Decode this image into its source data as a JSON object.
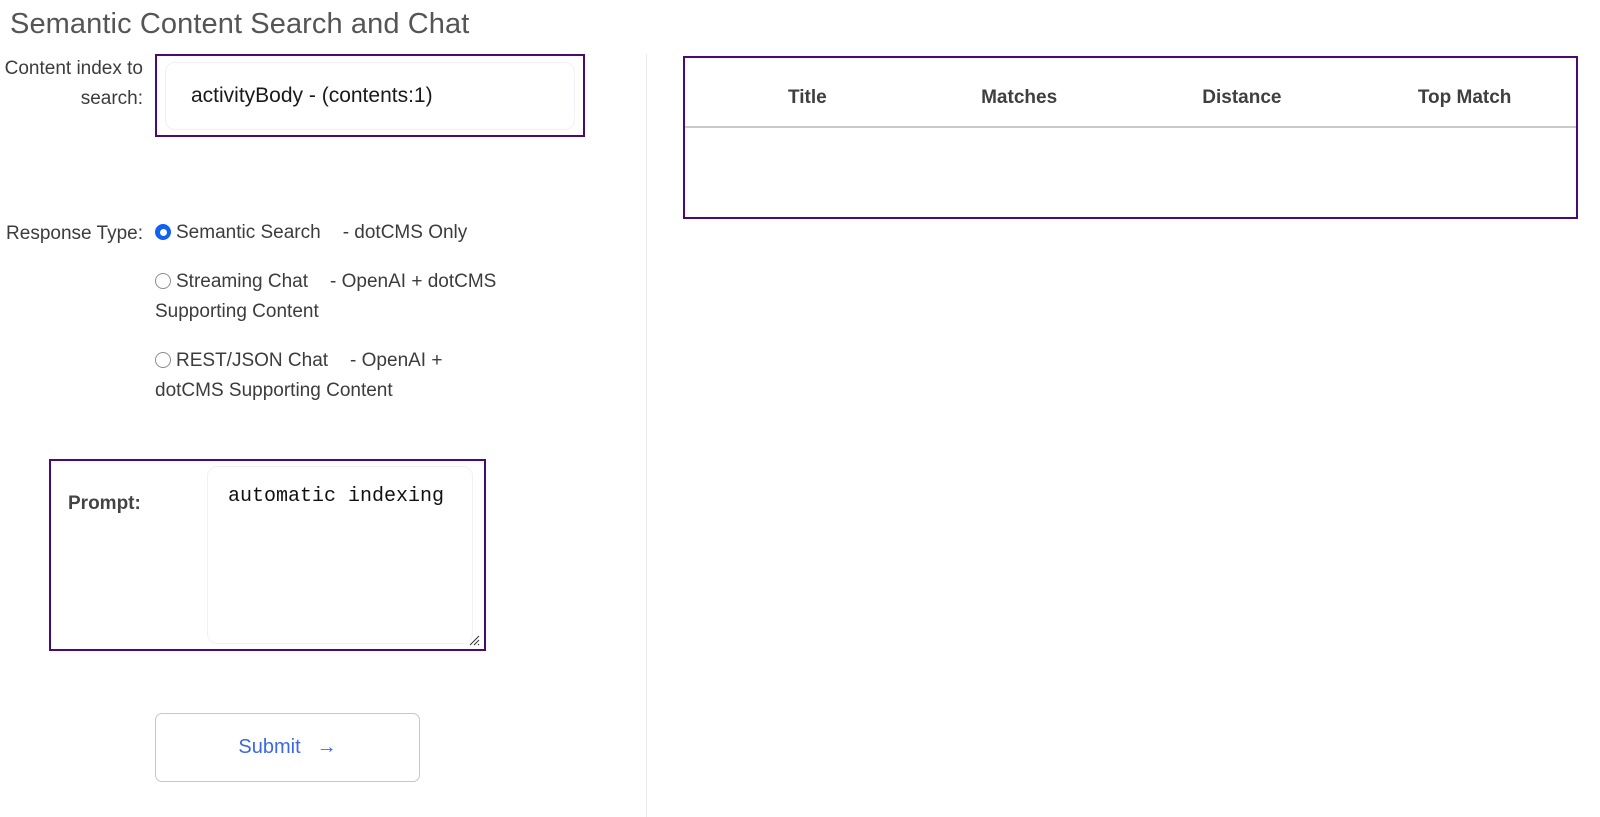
{
  "page": {
    "title": "Semantic Content Search and Chat"
  },
  "form": {
    "content_index": {
      "label": "Content index to search:",
      "selected_value": "activityBody - (contents:1)"
    },
    "response_type": {
      "label": "Response Type:",
      "options": [
        {
          "main": "Semantic Search",
          "desc": "- dotCMS Only",
          "selected": true
        },
        {
          "main": "Streaming Chat",
          "desc": "- OpenAI + dotCMS Supporting Content",
          "selected": false
        },
        {
          "main": "REST/JSON Chat",
          "desc": "- OpenAI + dotCMS Supporting Content",
          "selected": false
        }
      ]
    },
    "prompt": {
      "label": "Prompt:",
      "value": "automatic indexing",
      "placeholder": ""
    },
    "submit": {
      "label": "Submit",
      "arrow": "→"
    }
  },
  "results": {
    "columns": [
      "Title",
      "Matches",
      "Distance",
      "Top Match"
    ],
    "rows": []
  },
  "colors": {
    "accent_border": "#4b0a73",
    "radio_selected": "#1062f0",
    "submit_text": "#3b68e8",
    "title_text": "#555555",
    "divider": "#c9c9c9"
  }
}
